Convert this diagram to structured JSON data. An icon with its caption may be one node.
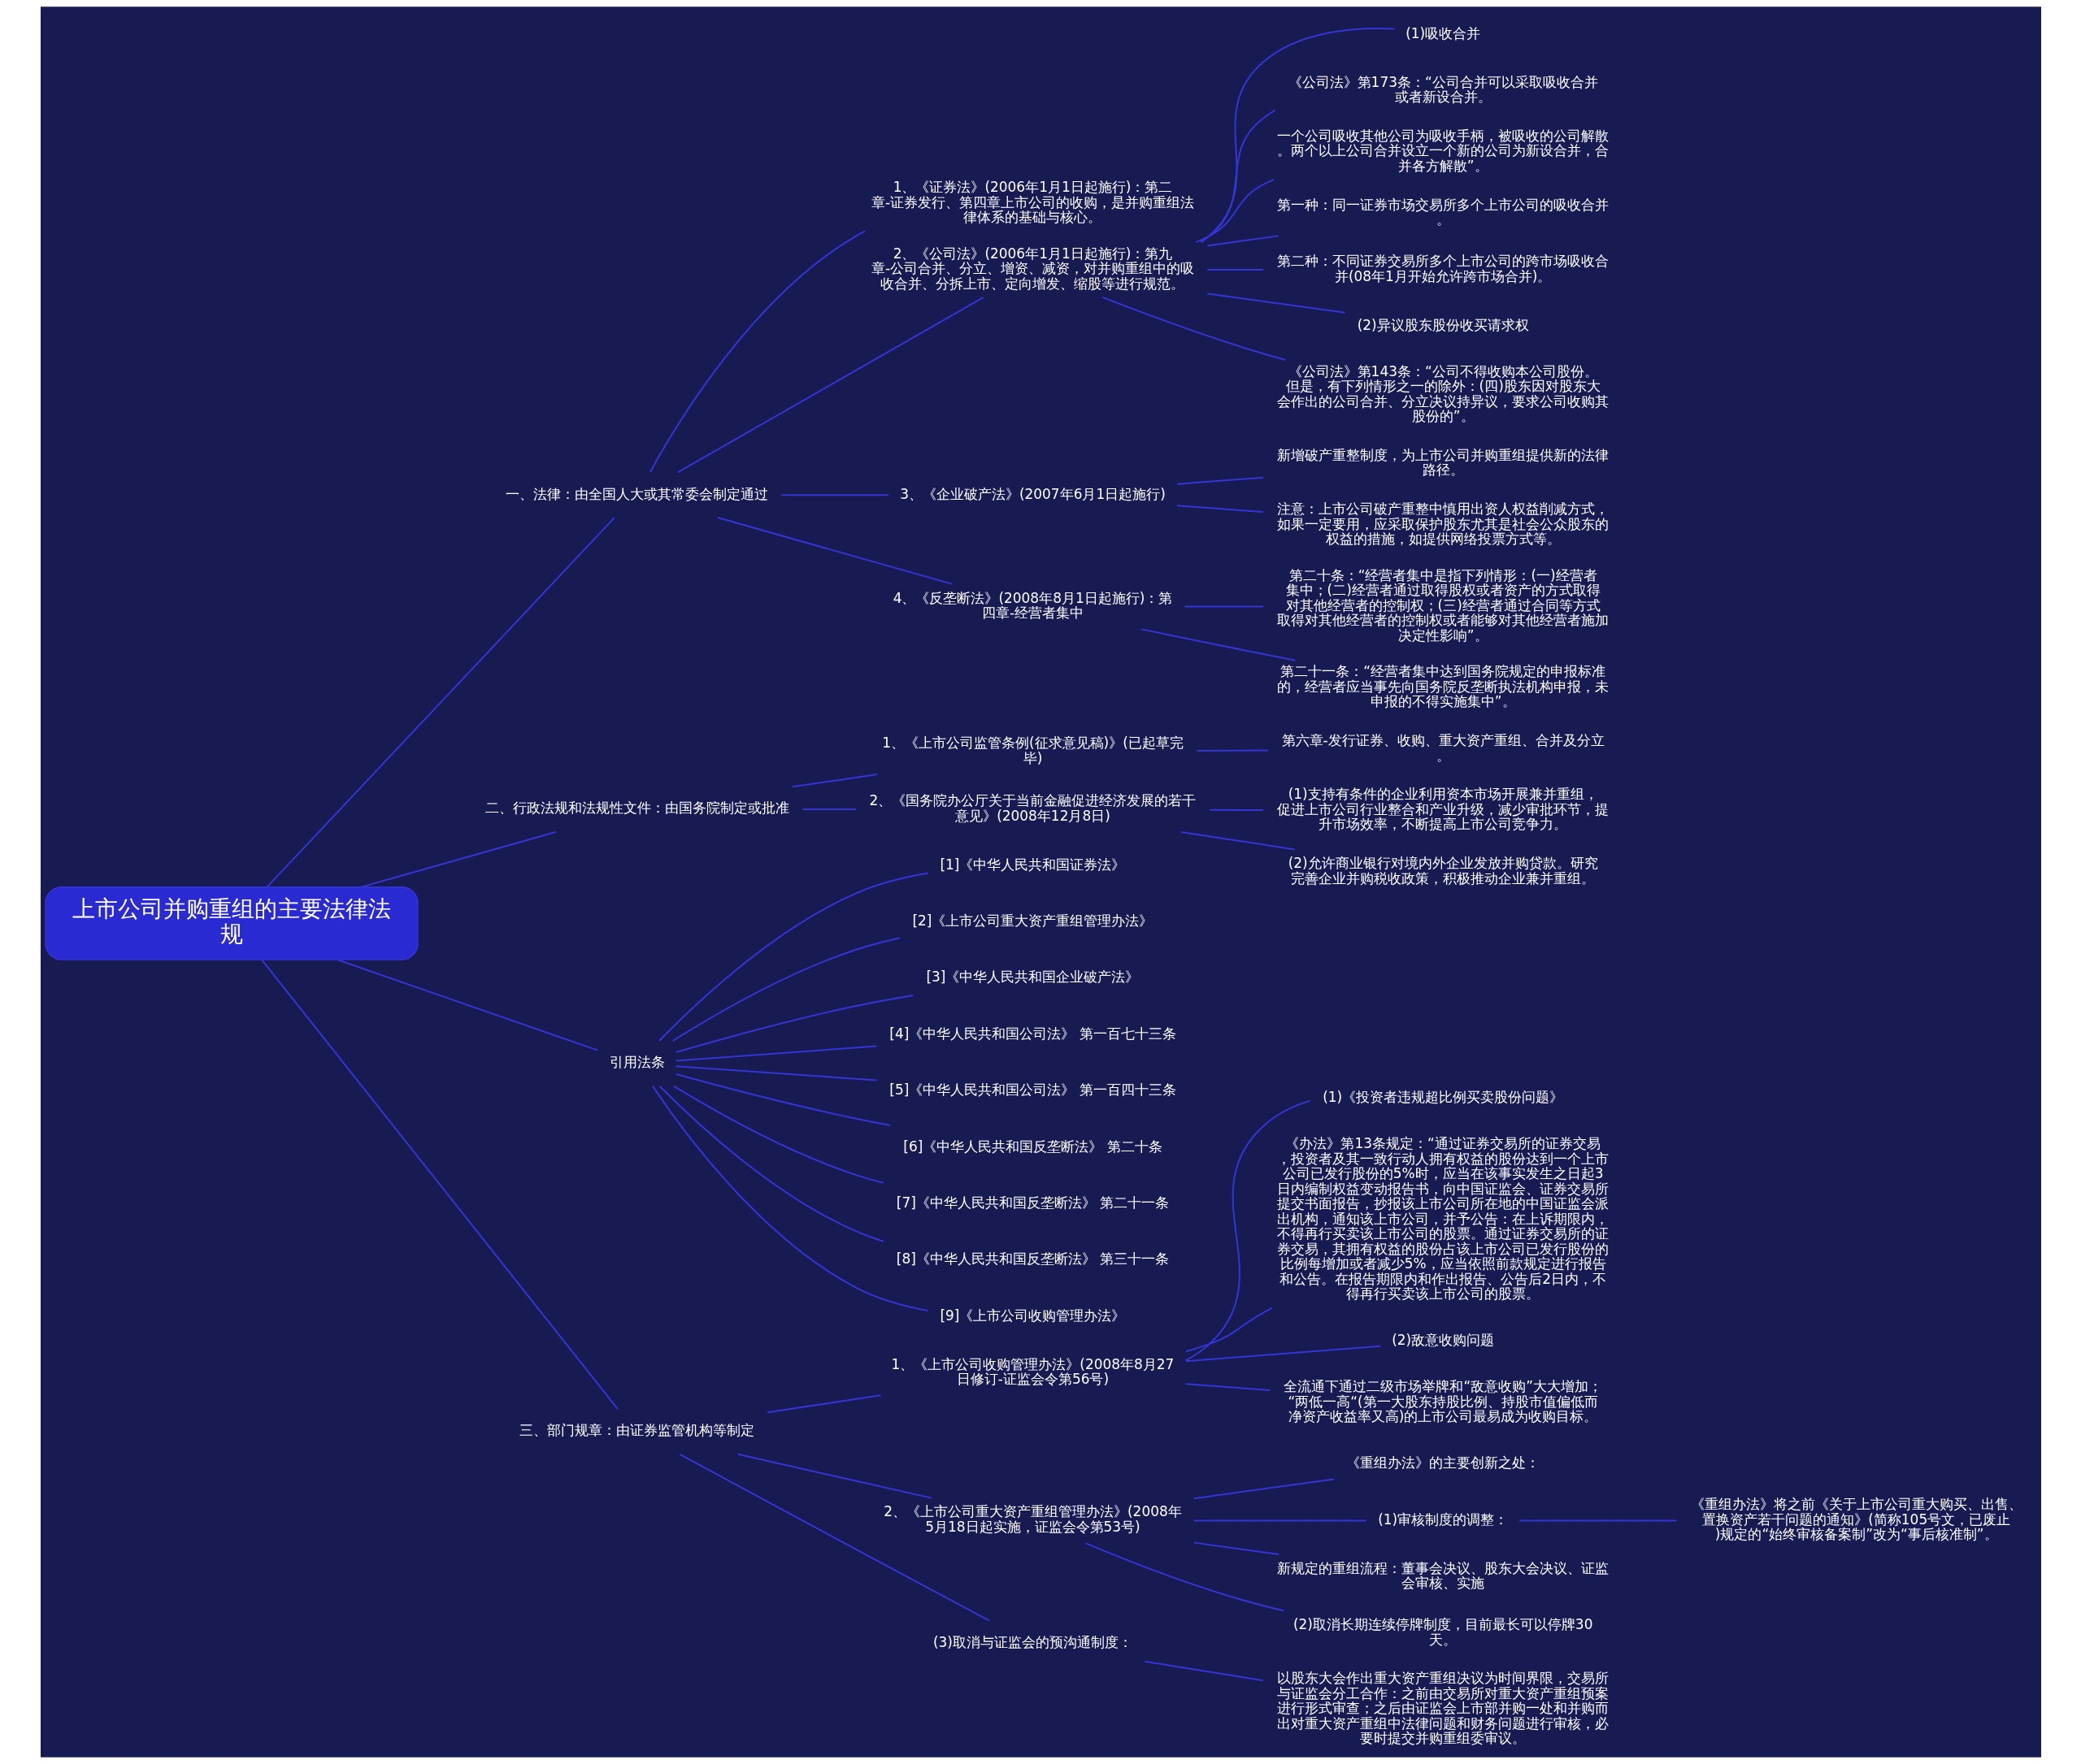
{
  "diagram": {
    "nodes": [
      {
        "text": [
          "上市公司并购重组的主要法律法规"
        ]
      },
      {
        "text": [
          "一、法律：由全国人大或其常委会制定通过"
        ]
      },
      {
        "text": [
          "1、《证券法》(2006年1月1日起施行)：第二章-证券发行、第四章上市公司的收购，是并购重组法律体系的基础与核心。"
        ]
      },
      {
        "text": [
          "2、《公司法》(2006年1月1日起施行)：第九章-公司合并、分立、增资、减资，对并购重组中的吸收合并、分拆上市、定向增发、缩股等进行规范。"
        ]
      },
      {
        "text": [
          "(1)吸收合并"
        ]
      },
      {
        "text": [
          "《公司法》第173条：“公司合并可以采取吸收合并或者新设合并。"
        ]
      },
      {
        "text": [
          "一个公司吸收其他公司为吸收手柄，被吸收的公司解散。两个以上公司合并设立一个新的公司为新设合并，合并各方解散”。"
        ]
      },
      {
        "text": [
          "第一种：同一证券市场交易所多个上市公司的吸收合并。"
        ]
      },
      {
        "text": [
          "第二种：不同证券交易所多个上市公司的跨市场吸收合并(08年1月开始允许跨市场合并)。"
        ]
      },
      {
        "text": [
          "(2)异议股东股份收买请求权"
        ]
      },
      {
        "text": [
          "《公司法》第143条：“公司不得收购本公司股份。但是，有下列情形之一的除外：(四)股东因对股东大会作出的公司合并、分立决议持异议，要求公司收购其股份的”。"
        ]
      },
      {
        "text": [
          "3、《企业破产法》(2007年6月1日起施行)"
        ]
      },
      {
        "text": [
          "新增破产重整制度，为上市公司并购重组提供新的法律路径。"
        ]
      },
      {
        "text": [
          "注意：上市公司破产重整中慎用出资人权益削减方式，如果一定要用，应采取保护股东尤其是社会公众股东的权益的措施，如提供网络投票方式等。"
        ]
      },
      {
        "text": [
          "4、《反垄断法》(2008年8月1日起施行)：第四章-经营者集中"
        ]
      },
      {
        "text": [
          "第二十条：“经营者集中是指下列情形：(一)经营者集中；(二)经营者通过取得股权或者资产的方式取得对其他经营者的控制权；(三)经营者通过合同等方式取得对其他经营者的控制权或者能够对其他经营者施加决定性影响”。"
        ]
      },
      {
        "text": [
          "第二十一条：“经营者集中达到国务院规定的申报标准的，经营者应当事先向国务院反垄断执法机构申报，未申报的不得实施集中”。"
        ]
      },
      {
        "text": [
          "二、行政法规和法规性文件：由国务院制定或批准"
        ]
      },
      {
        "text": [
          "1、《上市公司监管条例(征求意见稿)》(已起草完毕)"
        ]
      },
      {
        "text": [
          "第六章-发行证券、收购、重大资产重组、合并及分立。"
        ]
      },
      {
        "text": [
          "2、《国务院办公厅关于当前金融促进经济发展的若干意见》(2008年12月8日)"
        ]
      },
      {
        "text": [
          "(1)支持有条件的企业利用资本市场开展兼并重组，促进上市公司行业整合和产业升级，减少审批环节，提升市场效率，不断提高上市公司竞争力。"
        ]
      },
      {
        "text": [
          "(2)允许商业银行对境内外企业发放并购贷款。研究完善企业并购税收政策，积极推动企业兼并重组。"
        ]
      },
      {
        "text": [
          "引用法条"
        ]
      },
      {
        "text": [
          "[1]《中华人民共和国证券法》"
        ]
      },
      {
        "text": [
          "[2]《上市公司重大资产重组管理办法》"
        ]
      },
      {
        "text": [
          "[3]《中华人民共和国企业破产法》"
        ]
      },
      {
        "text": [
          "[4]《中华人民共和国公司法》 第一百七十三条"
        ]
      },
      {
        "text": [
          "[5]《中华人民共和国公司法》 第一百四十三条"
        ]
      },
      {
        "text": [
          "[6]《中华人民共和国反垄断法》 第二十条"
        ]
      },
      {
        "text": [
          "[7]《中华人民共和国反垄断法》 第二十一条"
        ]
      },
      {
        "text": [
          "[8]《中华人民共和国反垄断法》 第三十一条"
        ]
      },
      {
        "text": [
          "[9]《上市公司收购管理办法》"
        ]
      },
      {
        "text": [
          "三、部门规章：由证券监管机构等制定"
        ]
      },
      {
        "text": [
          "1、《上市公司收购管理办法》(2008年8月27日修订-证监会令第56号)"
        ]
      },
      {
        "text": [
          "(1)《投资者违规超比例买卖股份问题》"
        ]
      },
      {
        "text": [
          "《办法》第13条规定：“通过证券交易所的证券交易，投资者及其一致行动人拥有权益的股份达到一个上市公司已发行股份的5%时，应当在该事实发生之日起3日内编制权益变动报告书，向中国证监会、证券交易所提交书面报告，抄报该上市公司所在地的中国证监会派出机构，通知该上市公司，并予公告：在上诉期限内，不得再行买卖该上市公司的股票。通过证券交易所的证券交易，其拥有权益的股份占该上市公司已发行股份的比例每增加或者减少5%，应当依照前款规定进行报告和公告。在报告期限内和作出报告、公告后2日内，不得再行买卖该上市公司的股票。"
        ]
      },
      {
        "text": [
          "(2)敌意收购问题"
        ]
      },
      {
        "text": [
          "全流通下通过二级市场举牌和“敌意收购”大大增加；“两低一高“(第一大股东持股比例、持股市值偏低而净资产收益率又高)的上市公司最易成为收购目标。"
        ]
      },
      {
        "text": [
          "2、《上市公司重大资产重组管理办法》(2008年5月18日起实施，证监会令第53号)"
        ]
      },
      {
        "text": [
          "《重组办法》的主要创新之处："
        ]
      },
      {
        "text": [
          "(1)审核制度的调整："
        ]
      },
      {
        "text": [
          "《重组办法》将之前《关于上市公司重大购买、出售、置换资产若干问题的通知》(简称105号文，已废止)规定的“始终审核备案制”改为“事后核准制”。"
        ]
      },
      {
        "text": [
          "新规定的重组流程：董事会决议、股东大会决议、证监会审核、实施"
        ]
      },
      {
        "text": [
          "(2)取消长期连续停牌制度，目前最长可以停牌30天。"
        ]
      },
      {
        "text": [
          "(3)取消与证监会的预沟通制度："
        ]
      },
      {
        "text": [
          "以股东大会作出重大资产重组决议为时间界限，交易所与证监会分工合作：之前由交易所对重大资产重组预案进行形式审查；之后由证监会上市部并购一处和并购而出对重大资产重组中法律问题和财务问题进行审核，必要时提交并购重组委审议。"
        ]
      }
    ],
    "edges": [
      {
        "from": 0,
        "to": 1,
        "arrow": "none"
      },
      {
        "from": 1,
        "to": 2,
        "arrow": "none"
      },
      {
        "from": 1,
        "to": 3,
        "arrow": "none"
      },
      {
        "from": 3,
        "to": 4,
        "arrow": "none"
      },
      {
        "from": 3,
        "to": 5,
        "arrow": "none"
      },
      {
        "from": 3,
        "to": 6,
        "arrow": "none"
      },
      {
        "from": 3,
        "to": 7,
        "arrow": "none"
      },
      {
        "from": 3,
        "to": 8,
        "arrow": "none"
      },
      {
        "from": 3,
        "to": 9,
        "arrow": "none"
      },
      {
        "from": 3,
        "to": 10,
        "arrow": "none"
      },
      {
        "from": 1,
        "to": 11,
        "arrow": "none"
      },
      {
        "from": 11,
        "to": 12,
        "arrow": "none"
      },
      {
        "from": 11,
        "to": 13,
        "arrow": "none"
      },
      {
        "from": 1,
        "to": 14,
        "arrow": "none"
      },
      {
        "from": 14,
        "to": 15,
        "arrow": "none"
      },
      {
        "from": 14,
        "to": 16,
        "arrow": "none"
      },
      {
        "from": 0,
        "to": 17,
        "arrow": "none"
      },
      {
        "from": 17,
        "to": 18,
        "arrow": "none"
      },
      {
        "from": 18,
        "to": 19,
        "arrow": "none"
      },
      {
        "from": 17,
        "to": 20,
        "arrow": "none"
      },
      {
        "from": 20,
        "to": 21,
        "arrow": "none"
      },
      {
        "from": 20,
        "to": 22,
        "arrow": "none"
      },
      {
        "from": 0,
        "to": 23,
        "arrow": "none"
      },
      {
        "from": 23,
        "to": 24,
        "arrow": "none"
      },
      {
        "from": 23,
        "to": 25,
        "arrow": "none"
      },
      {
        "from": 23,
        "to": 26,
        "arrow": "none"
      },
      {
        "from": 23,
        "to": 27,
        "arrow": "none"
      },
      {
        "from": 23,
        "to": 28,
        "arrow": "none"
      },
      {
        "from": 23,
        "to": 29,
        "arrow": "none"
      },
      {
        "from": 23,
        "to": 30,
        "arrow": "none"
      },
      {
        "from": 23,
        "to": 31,
        "arrow": "none"
      },
      {
        "from": 23,
        "to": 32,
        "arrow": "none"
      },
      {
        "from": 0,
        "to": 33,
        "arrow": "none"
      },
      {
        "from": 33,
        "to": 34,
        "arrow": "none"
      },
      {
        "from": 34,
        "to": 35,
        "arrow": "none"
      },
      {
        "from": 34,
        "to": 36,
        "arrow": "none"
      },
      {
        "from": 34,
        "to": 37,
        "arrow": "none"
      },
      {
        "from": 34,
        "to": 38,
        "arrow": "none"
      },
      {
        "from": 33,
        "to": 39,
        "arrow": "none"
      },
      {
        "from": 39,
        "to": 40,
        "arrow": "none"
      },
      {
        "from": 39,
        "to": 41,
        "arrow": "none"
      },
      {
        "from": 41,
        "to": 42,
        "arrow": "none"
      },
      {
        "from": 39,
        "to": 43,
        "arrow": "none"
      },
      {
        "from": 39,
        "to": 44,
        "arrow": "none"
      },
      {
        "from": 33,
        "to": 45,
        "arrow": "none"
      },
      {
        "from": 45,
        "to": 46,
        "arrow": "none"
      }
    ]
  }
}
